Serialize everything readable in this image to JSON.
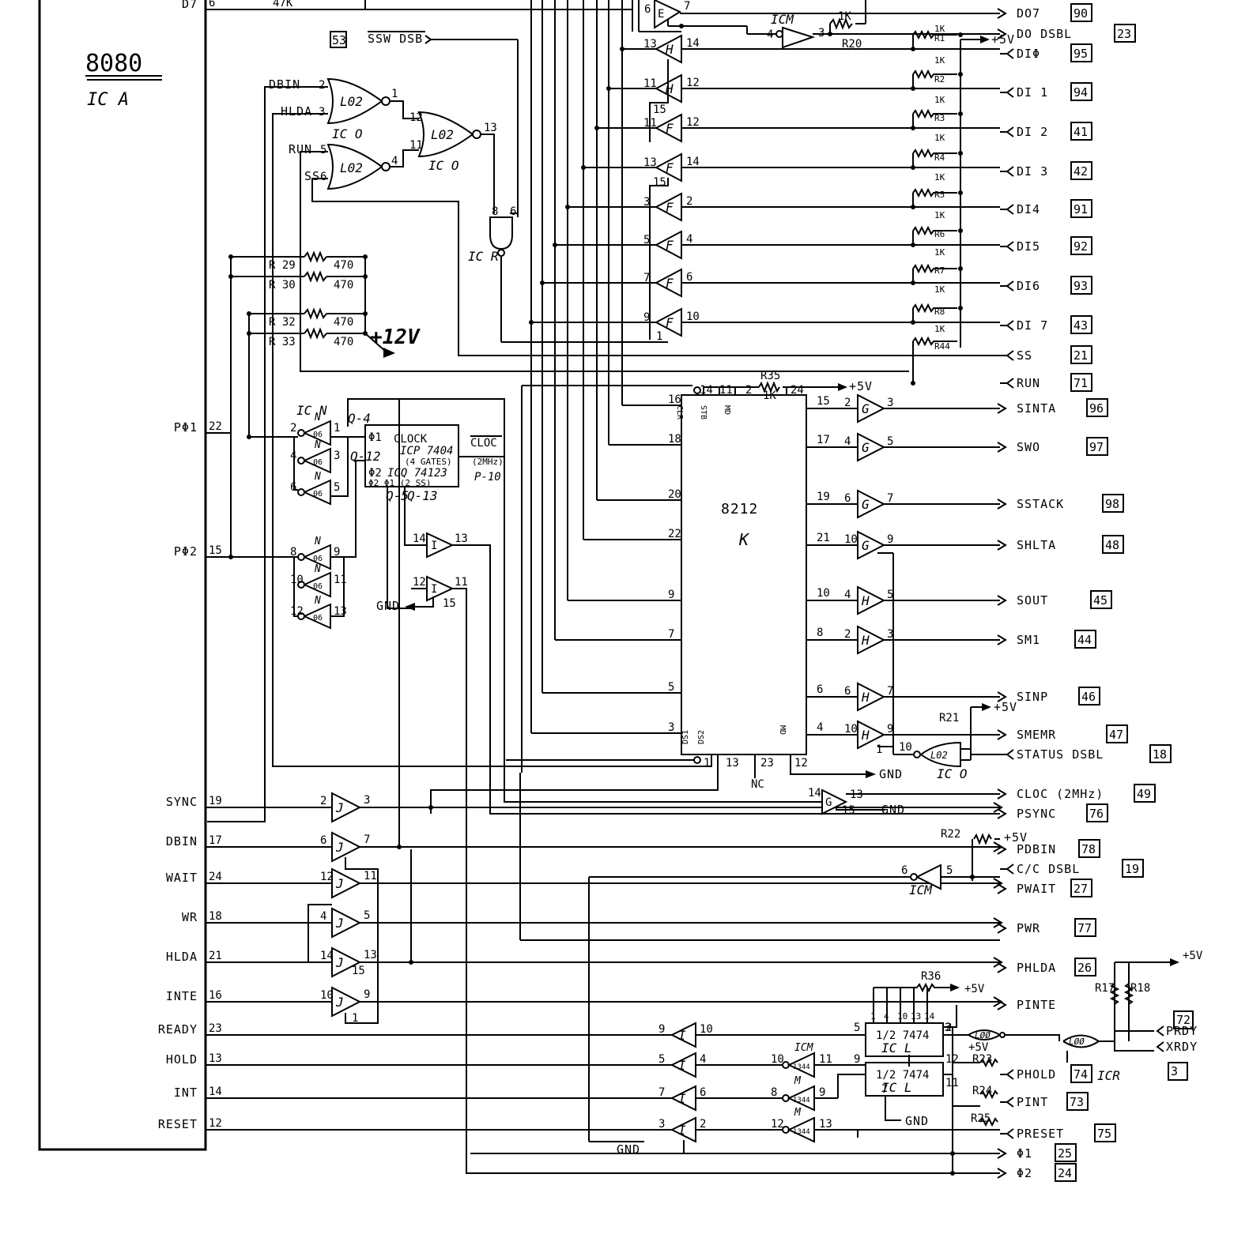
{
  "title": {
    "chip": "8080",
    "ic": "IC A"
  },
  "cpu_pins": [
    {
      "name": "D7",
      "num": "6"
    },
    {
      "name": "PΦ1",
      "num": "22"
    },
    {
      "name": "PΦ2",
      "num": "15"
    },
    {
      "name": "SYNC",
      "num": "19"
    },
    {
      "name": "DBIN",
      "num": "17"
    },
    {
      "name": "WAIT",
      "num": "24"
    },
    {
      "name": "WR",
      "num": "18"
    },
    {
      "name": "HLDA",
      "num": "21"
    },
    {
      "name": "INTE",
      "num": "16"
    },
    {
      "name": "READY",
      "num": "23"
    },
    {
      "name": "HOLD",
      "num": "13"
    },
    {
      "name": "INT",
      "num": "14"
    },
    {
      "name": "RESET",
      "num": "12"
    }
  ],
  "right_outputs": [
    {
      "name": "DO7",
      "num": "90"
    },
    {
      "name": "DO DSBL",
      "num": "23"
    },
    {
      "name": "DIΦ",
      "num": "95"
    },
    {
      "name": "DI 1",
      "num": "94"
    },
    {
      "name": "DI 2",
      "num": "41"
    },
    {
      "name": "DI 3",
      "num": "42"
    },
    {
      "name": "DI4",
      "num": "91"
    },
    {
      "name": "DI5",
      "num": "92"
    },
    {
      "name": "DI6",
      "num": "93"
    },
    {
      "name": "DI 7",
      "num": "43"
    },
    {
      "name": "SS",
      "num": "21"
    },
    {
      "name": "RUN",
      "num": "71"
    },
    {
      "name": "SINTA",
      "num": "96"
    },
    {
      "name": "SWO",
      "num": "97"
    },
    {
      "name": "SSTACK",
      "num": "98"
    },
    {
      "name": "SHLTA",
      "num": "48"
    },
    {
      "name": "SOUT",
      "num": "45"
    },
    {
      "name": "SM1",
      "num": "44"
    },
    {
      "name": "SINP",
      "num": "46"
    },
    {
      "name": "SMEMR",
      "num": "47"
    },
    {
      "name": "STATUS DSBL",
      "num": "18"
    },
    {
      "name": "CLOC (2MHz)",
      "num": "49"
    },
    {
      "name": "PSYNC",
      "num": "76"
    },
    {
      "name": "PDBIN",
      "num": "78"
    },
    {
      "name": "C/C DSBL",
      "num": "19"
    },
    {
      "name": "PWAIT",
      "num": "27"
    },
    {
      "name": "PWR",
      "num": "77"
    },
    {
      "name": "PHLDA",
      "num": "26"
    },
    {
      "name": "PINTE",
      "num": ""
    },
    {
      "name": "PHOLD",
      "num": "74"
    },
    {
      "name": "PINT",
      "num": "73"
    },
    {
      "name": "PRESET",
      "num": "75"
    },
    {
      "name": "Φ1",
      "num": "25"
    },
    {
      "name": "Φ2",
      "num": "24"
    }
  ],
  "ready_lines": [
    {
      "name": "PRDY",
      "num": "72"
    },
    {
      "name": "XRDY",
      "num": "3"
    }
  ],
  "resistor_pack": [
    "1K",
    "R1",
    "1K",
    "R2",
    "1K",
    "R3",
    "1K",
    "R4",
    "1K",
    "R5",
    "1K",
    "R6",
    "1K",
    "R7",
    "1K",
    "R8",
    "1K",
    "R44"
  ],
  "resistors_12v": [
    {
      "name": "R 29",
      "val": "470"
    },
    {
      "name": "R 30",
      "val": "470"
    },
    {
      "name": "R 32",
      "val": "470"
    },
    {
      "name": "R 33",
      "val": "470"
    }
  ],
  "supply": {
    "v12": "+12V",
    "v5": "+5V",
    "gnd": "GND",
    "nc": "NC"
  },
  "misc": {
    "ssw": "SSW DSB",
    "ssw_num": "53",
    "r47k": "47K",
    "icm": "ICM",
    "icm_pins": "4",
    "r20": "R20",
    "r20_val": "1K",
    "dbin": "DBIN",
    "hlda": "HLDA",
    "run": "RUN",
    "ss": "SS",
    "icr": "IC R",
    "ico": "IC O",
    "ico2": "IC O",
    "l02": "L02",
    "icn": "IC N",
    "q4": "Q-4",
    "q12": "Q-12",
    "q5": "Q-5",
    "q13": "Q-13",
    "r21": "R21",
    "r22": "R22",
    "r23": "R23",
    "r24": "R24",
    "r25": "R25",
    "r35": "R35",
    "r36": "R36",
    "r17": "R17",
    "r18": "R18",
    "icr2": "ICR",
    "icl": "1/2 7474",
    "icl_name": "IC L"
  },
  "clock_box": {
    "l1": "CLOCK",
    "l2": "ICP 7404",
    "l3": "(4 GATES)",
    "l4": "ICQ 74123",
    "l5": "Φ2  Φ1  (2 SS)",
    "out": "CLOC",
    "mhz": "(2MHz)",
    "p10": "P-10",
    "phi1": "Φ1",
    "phi2": "Φ2"
  },
  "latch": {
    "name": "8212",
    "ic": "K",
    "pins_left": [
      "16",
      "18",
      "20",
      "22",
      "9",
      "7",
      "5",
      "3"
    ],
    "pins_right": [
      "15",
      "17",
      "19",
      "21",
      "10",
      "8",
      "6",
      "4"
    ],
    "top": [
      "14",
      "11",
      "2",
      "24"
    ],
    "bottom": [
      "1",
      "13",
      "23",
      "12"
    ],
    "clr": "CLR",
    "stb": "STB",
    "md": "MD",
    "ds1": "DS1",
    "ds2": "DS2"
  }
}
